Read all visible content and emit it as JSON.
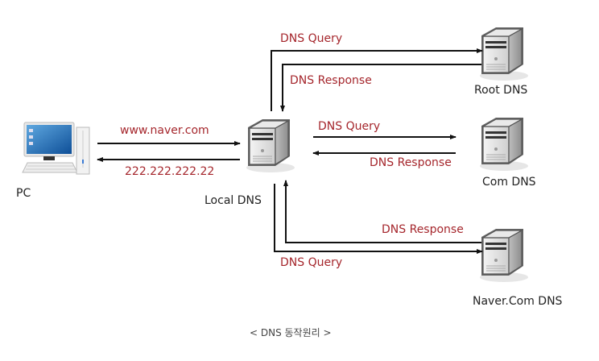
{
  "title": "DNS 동작원리",
  "caption": "< DNS 동작원리 >",
  "colors": {
    "label_red": "#a5262c",
    "text": "#222222",
    "line": "#111111"
  },
  "nodes": {
    "pc": {
      "label": "PC",
      "icon": "desktop-computer-icon"
    },
    "local_dns": {
      "label": "Local DNS",
      "icon": "server-icon"
    },
    "root_dns": {
      "label": "Root DNS",
      "icon": "server-icon"
    },
    "com_dns": {
      "label": "Com DNS",
      "icon": "server-icon"
    },
    "naver_dns": {
      "label": "Naver.Com DNS",
      "icon": "server-icon"
    }
  },
  "edges": {
    "pc_request": "www.naver.com",
    "pc_response": "222.222.222.22",
    "root_query": "DNS Query",
    "root_response": "DNS Response",
    "com_query": "DNS Query",
    "com_response": "DNS Response",
    "naver_response": "DNS Response",
    "naver_query": "DNS Query"
  }
}
